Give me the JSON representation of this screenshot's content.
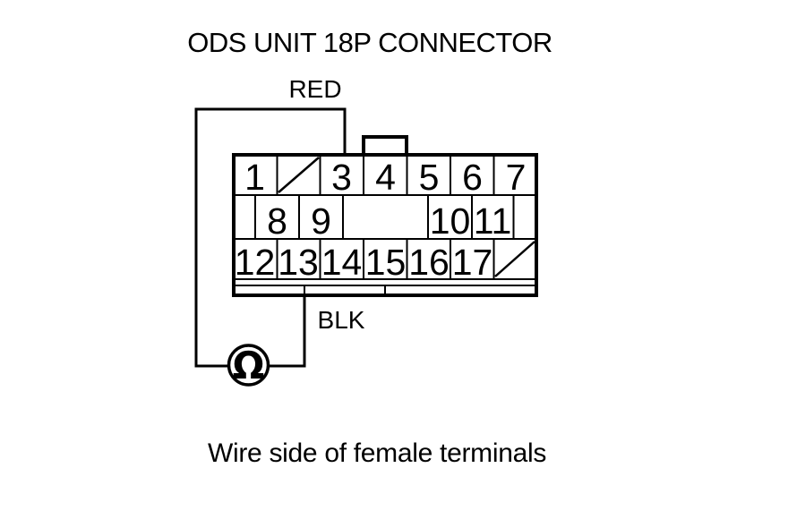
{
  "title": "ODS UNIT 18P CONNECTOR",
  "caption": "Wire side of female terminals",
  "wires": {
    "red_label": "RED",
    "black_label": "BLK"
  },
  "meter": {
    "symbol": "Ω",
    "kind": "ohmmeter"
  },
  "connector": {
    "row1": [
      "1",
      "",
      "3",
      "4",
      "5",
      "6",
      "7"
    ],
    "row2": [
      "",
      "8",
      "9",
      "",
      "10",
      "11",
      ""
    ],
    "row3": [
      "12",
      "13",
      "14",
      "15",
      "16",
      "17",
      ""
    ],
    "no_terminal_slashes": [
      {
        "row": 1,
        "cell_index": 1
      },
      {
        "row": 3,
        "cell_index": 6
      }
    ],
    "red_probe_pin": "3",
    "black_probe_pin": "13"
  },
  "colors": {
    "line": "#000000",
    "background": "#ffffff"
  }
}
